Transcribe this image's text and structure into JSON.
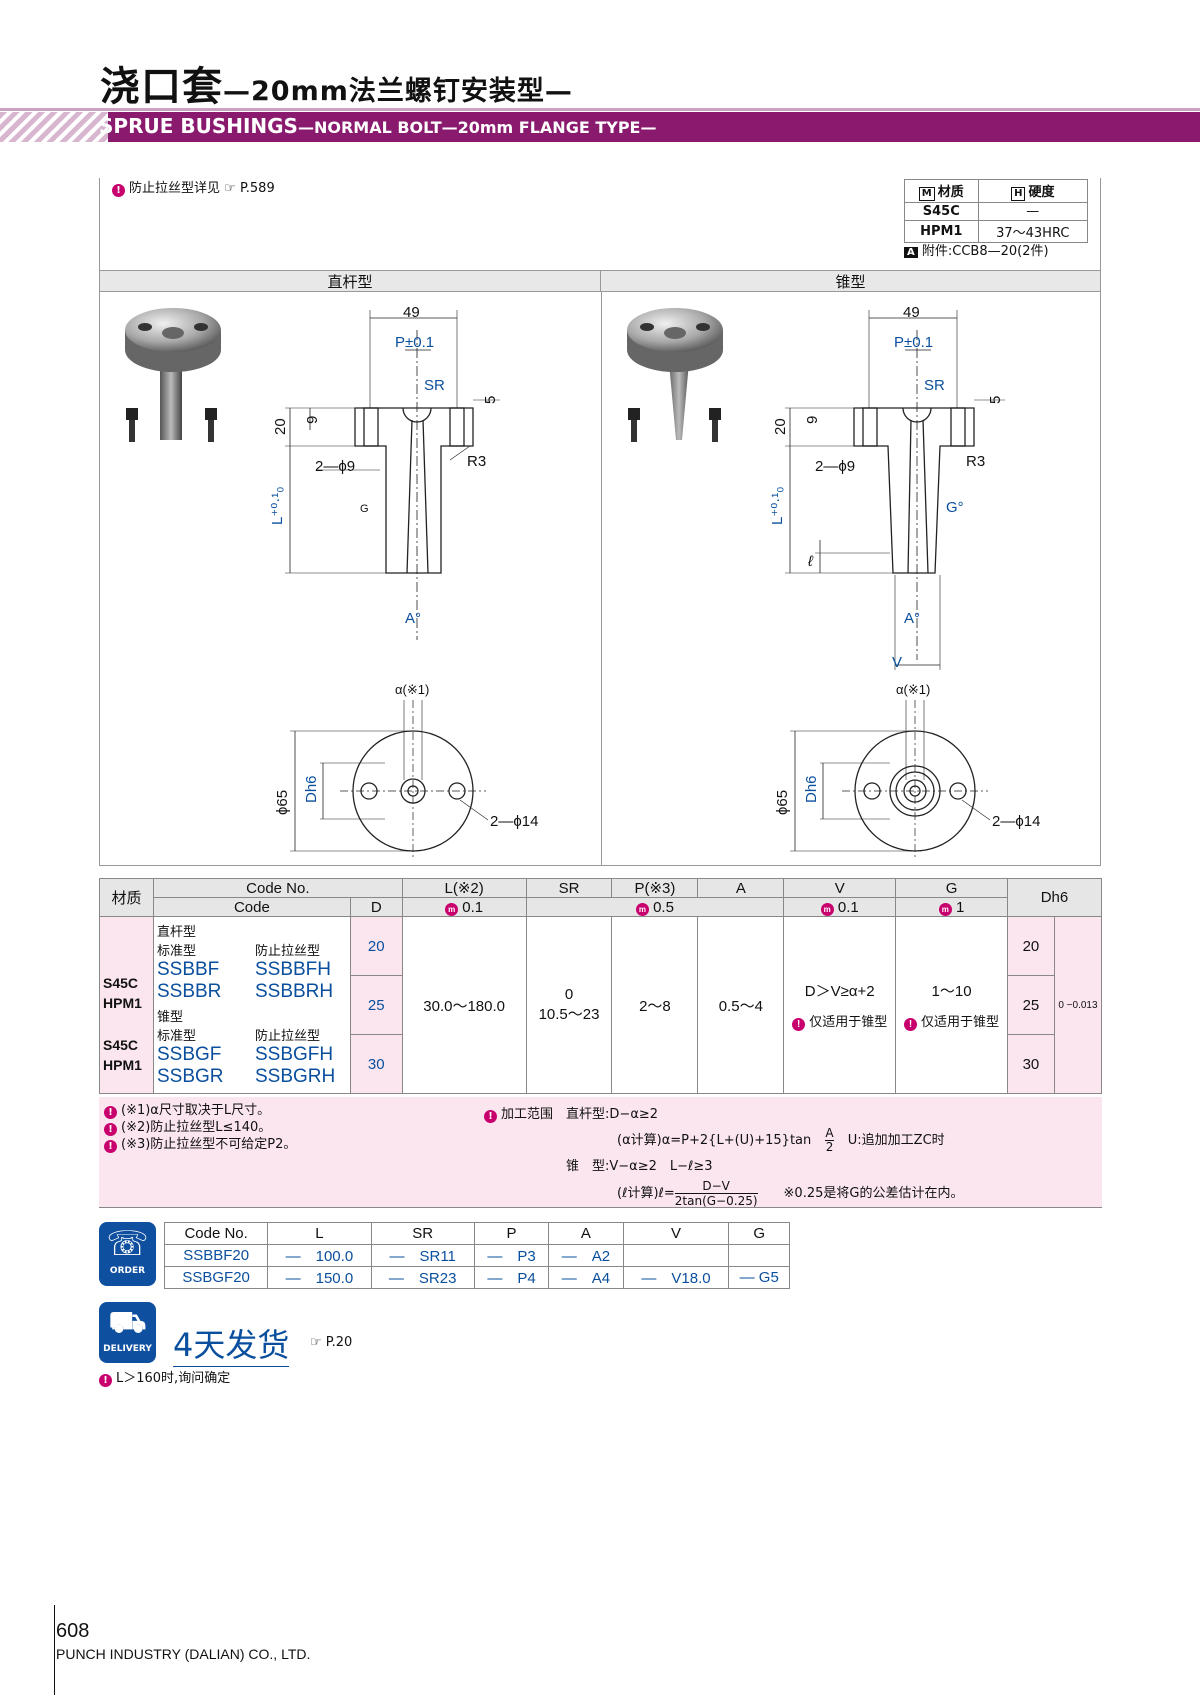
{
  "header": {
    "title_zh": "浇口套",
    "subtitle_zh": "—20mm法兰螺钉安装型—",
    "title_en": "SPRUE BUSHINGS",
    "subtitle_en": "—NORMAL BOLT—20mm FLANGE TYPE—"
  },
  "top_note": "防止拉丝型详见",
  "top_note_ref": "P.589",
  "material_table": {
    "h1": "材质",
    "h2": "硬度",
    "rows": [
      [
        "S45C",
        "—"
      ],
      [
        "HPM1",
        "37～43HRC"
      ]
    ],
    "accessory": "附件:CCB8—20(2件)"
  },
  "sections": {
    "straight": "直杆型",
    "tapered": "锥型"
  },
  "dims": {
    "d49": "49",
    "p": "P±0.1",
    "sr": "SR",
    "d5": "5",
    "d9": "9",
    "d20": "20",
    "hole": "2—ϕ9",
    "r3": "R3",
    "l": "L",
    "g": "G",
    "a": "A°",
    "v": "V",
    "dia65": "ϕ65",
    "dh6": "Dh6",
    "holes14": "2—ϕ14",
    "alpha": "α(※1)",
    "g_tol": "G°",
    "l_small": "ℓ"
  },
  "spec": {
    "h_material": "材质",
    "h_codeno": "Code No.",
    "h_code": "Code",
    "h_D": "D",
    "h_L": "L(※2)",
    "h_SR": "SR",
    "h_P": "P(※3)",
    "h_A": "A",
    "h_V": "V",
    "h_G": "G",
    "h_Dh6": "Dh6",
    "tol_L": "0.1",
    "tol_P": "0.5",
    "tol_V": "0.1",
    "tol_G": "1",
    "mat1": "S45C",
    "mat2": "HPM1",
    "mat3": "S45C",
    "mat4": "HPM1",
    "grp1": "直杆型",
    "std1": "标准型",
    "anti1": "防止拉丝型",
    "c1": "SSBBF",
    "c2": "SSBBFH",
    "c3": "SSBBR",
    "c4": "SSBBRH",
    "grp2": "锥型",
    "std2": "标准型",
    "anti2": "防止拉丝型",
    "c5": "SSBGF",
    "c6": "SSBGFH",
    "c7": "SSBGR",
    "c8": "SSBGRH",
    "D": [
      "20",
      "25",
      "30"
    ],
    "L": "30.0～180.0",
    "SR1": "0",
    "SR2": "10.5～23",
    "P": "2～8",
    "A": "0.5～4",
    "V": "D＞V≥α+2",
    "V_note": "仅适用于锥型",
    "G": "1～10",
    "G_note": "仅适用于锥型",
    "Dh6": [
      "20",
      "25",
      "30"
    ],
    "Dh6_tol": "0 −0.013"
  },
  "notes": {
    "n1": "(※1)α尺寸取决于L尺寸。",
    "n2": "(※2)防止拉丝型L≤140。",
    "n3": "(※3)防止拉丝型不可给定P2。",
    "range_title": "加工范围",
    "range1": "直杆型:D−α≥2",
    "range2": "(α计算)α=P+2{L+(U)+15}tan",
    "range2b": "U:追加加工ZC时",
    "frac_a": "A",
    "frac_2": "2",
    "range3": "锥　型:V−α≥2　L−ℓ≥3",
    "range4": "(ℓ计算)ℓ=",
    "frac_top": "D−V",
    "frac_bot": "2tan(G−0.25)",
    "range5": "※0.25是将G的公差估计在内。"
  },
  "order": {
    "label": "ORDER",
    "headers": [
      "Code No.",
      "L",
      "SR",
      "P",
      "A",
      "V",
      "G"
    ],
    "rows": [
      [
        "SSBBF20",
        "—",
        "100.0",
        "—",
        "SR11",
        "—",
        "P3",
        "—",
        "A2",
        "",
        "",
        ""
      ],
      [
        "SSBGF20",
        "—",
        "150.0",
        "—",
        "SR23",
        "—",
        "P4",
        "—",
        "A4",
        "—",
        "V18.0",
        "— G5"
      ]
    ]
  },
  "delivery": {
    "label": "DELIVERY",
    "days": "4天发货",
    "ref": "P.20",
    "note": "L＞160时,询问确定"
  },
  "footer": {
    "page": "608",
    "company": "PUNCH INDUSTRY (DALIAN) CO., LTD."
  }
}
